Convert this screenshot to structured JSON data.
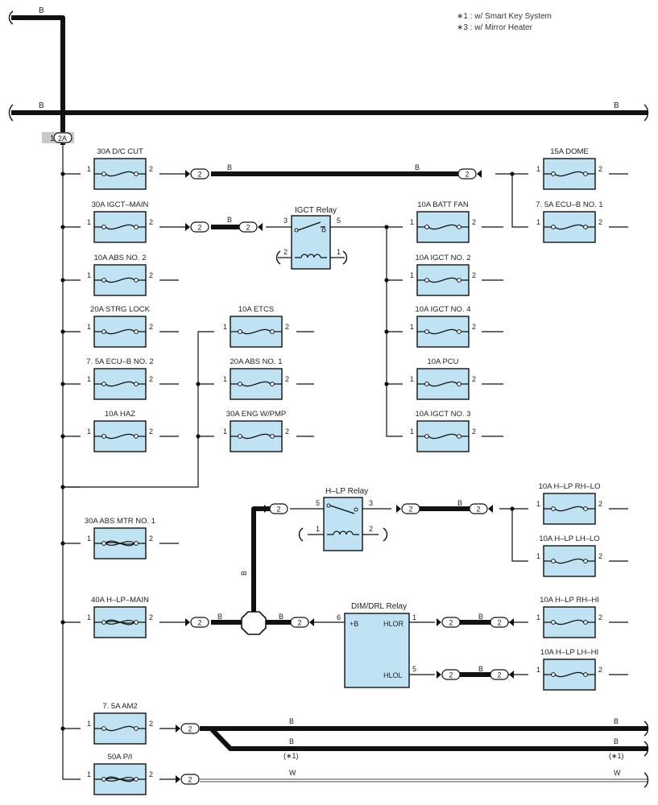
{
  "notes": {
    "smart_key": "∗1 : w/ Smart Key System",
    "mirror_heater": "∗3 : w/ Mirror Heater"
  },
  "colors": {
    "fuse_fill": "#bfe3f3",
    "relay_fill": "#bfe3f3",
    "wire": "#111111",
    "connector_tag": "#c8c8c8"
  },
  "bus": {
    "top_left_wire": "B",
    "main_wire_left": "B",
    "main_wire_right": "B",
    "junction_pin": "1",
    "junction_connector": "2A"
  },
  "fuses": [
    {
      "id": "dc-cut",
      "label": "30A D/C CUT",
      "pin_in": "1",
      "pin_out": "2"
    },
    {
      "id": "igct-main",
      "label": "30A IGCT–MAIN",
      "pin_in": "1",
      "pin_out": "2"
    },
    {
      "id": "abs-no2",
      "label": "10A ABS NO. 2",
      "pin_in": "1",
      "pin_out": "2"
    },
    {
      "id": "strg-lock",
      "label": "20A STRG LOCK",
      "pin_in": "1",
      "pin_out": "2"
    },
    {
      "id": "ecu-b-no2",
      "label": "7. 5A ECU–B NO. 2",
      "pin_in": "1",
      "pin_out": "2"
    },
    {
      "id": "haz",
      "label": "10A HAZ",
      "pin_in": "1",
      "pin_out": "2"
    },
    {
      "id": "etcs",
      "label": "10A ETCS",
      "pin_in": "1",
      "pin_out": "2"
    },
    {
      "id": "abs-no1",
      "label": "20A ABS NO. 1",
      "pin_in": "1",
      "pin_out": "2"
    },
    {
      "id": "eng-wpmp",
      "label": "30A ENG W/PMP",
      "pin_in": "1",
      "pin_out": "2"
    },
    {
      "id": "batt-fan",
      "label": "10A BATT FAN",
      "pin_in": "1",
      "pin_out": "2"
    },
    {
      "id": "igct-no2",
      "label": "10A IGCT NO. 2",
      "pin_in": "1",
      "pin_out": "2"
    },
    {
      "id": "igct-no4",
      "label": "10A IGCT NO. 4",
      "pin_in": "1",
      "pin_out": "2"
    },
    {
      "id": "pcu",
      "label": "10A PCU",
      "pin_in": "1",
      "pin_out": "2"
    },
    {
      "id": "igct-no3",
      "label": "10A IGCT NO. 3",
      "pin_in": "1",
      "pin_out": "2"
    },
    {
      "id": "dome",
      "label": "15A DOME",
      "pin_in": "1",
      "pin_out": "2"
    },
    {
      "id": "ecu-b-no1",
      "label": "7. 5A ECU–B NO. 1",
      "pin_in": "1",
      "pin_out": "2"
    },
    {
      "id": "abs-mtr-no1",
      "label": "30A ABS MTR NO. 1",
      "pin_in": "1",
      "pin_out": "2"
    },
    {
      "id": "h-lp-main",
      "label": "40A H–LP–MAIN",
      "pin_in": "1",
      "pin_out": "2"
    },
    {
      "id": "am2",
      "label": "7. 5A AM2",
      "pin_in": "1",
      "pin_out": "2"
    },
    {
      "id": "pi",
      "label": "50A P/I",
      "pin_in": "1",
      "pin_out": "2"
    },
    {
      "id": "h-lp-rh-lo",
      "label": "10A H–LP RH–LO",
      "pin_in": "1",
      "pin_out": "2"
    },
    {
      "id": "h-lp-lh-lo",
      "label": "10A H–LP LH–LO",
      "pin_in": "1",
      "pin_out": "2"
    },
    {
      "id": "h-lp-rh-hi",
      "label": "10A H–LP RH–HI",
      "pin_in": "1",
      "pin_out": "2"
    },
    {
      "id": "h-lp-lh-hi",
      "label": "10A H–LP LH–HI",
      "pin_in": "1",
      "pin_out": "2"
    }
  ],
  "connectors": {
    "label": "2"
  },
  "relays": {
    "igct": {
      "label": "IGCT Relay",
      "pin_3": "3",
      "pin_5": "5",
      "pin_2": "2",
      "pin_1": "1"
    },
    "h_lp": {
      "label": "H–LP Relay",
      "pin_5": "5",
      "pin_3": "3",
      "pin_1": "1",
      "pin_2": "2"
    },
    "dim_drl": {
      "label": "DIM/DRL Relay",
      "pin_6": "6",
      "pin_1": "1",
      "pin_5": "5",
      "terminal_b": "+B",
      "terminal_hlor": "HLOR",
      "terminal_hlol": "HLOL"
    }
  },
  "wires": {
    "dc_cut_mid": "B",
    "dc_cut_right": "B",
    "igct_main": "B",
    "hlp_vertical": "B",
    "hlp_main_out": "B",
    "junction_out": "B",
    "hlp_relay_out": "B",
    "hlor_out": "B",
    "hlol_out": "B",
    "am2_upper_left": "B",
    "am2_upper_right": "B",
    "am2_lower_left": "B",
    "am2_lower_right": "B",
    "am2_lower_note_left": "(∗1)",
    "am2_lower_note_right": "(∗1)",
    "pi_left": "W",
    "pi_right": "W"
  }
}
